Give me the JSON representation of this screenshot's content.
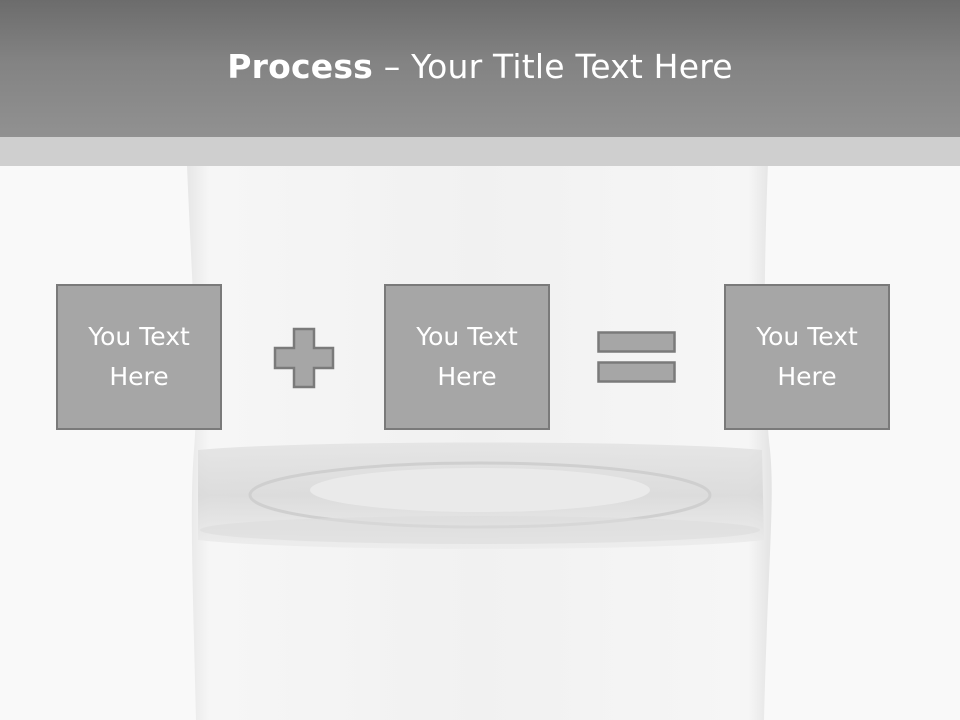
{
  "header": {
    "title_bold": "Process",
    "title_rest": " – Your Title Text Here"
  },
  "process": {
    "boxes": [
      {
        "label": "You Text Here"
      },
      {
        "label": "You Text Here"
      },
      {
        "label": "You Text Here"
      }
    ],
    "operators": [
      "plus-icon",
      "equals-icon"
    ]
  },
  "colors": {
    "title_bar": "#838383",
    "sub_bar": "#cfcfcf",
    "box_fill": "#a6a6a6",
    "box_border": "#7a7a7a",
    "text": "#ffffff"
  }
}
